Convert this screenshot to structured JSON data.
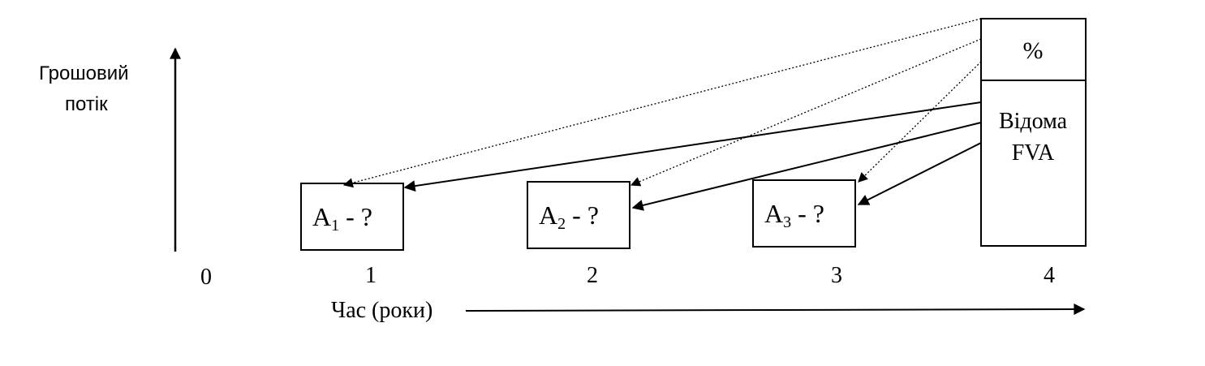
{
  "yaxis": {
    "line1": "Грошовий",
    "line2": "потік"
  },
  "xaxis": {
    "label": "Час (роки)"
  },
  "ticks": [
    "0",
    "1",
    "2",
    "3",
    "4"
  ],
  "payments": [
    {
      "letter": "A",
      "sub": "1",
      "suffix": " - ?"
    },
    {
      "letter": "A",
      "sub": "2",
      "suffix": " - ?"
    },
    {
      "letter": "A",
      "sub": "3",
      "suffix": " - ?"
    }
  ],
  "box4": {
    "top": "%",
    "line1": "Відома",
    "line2": "FVA"
  }
}
